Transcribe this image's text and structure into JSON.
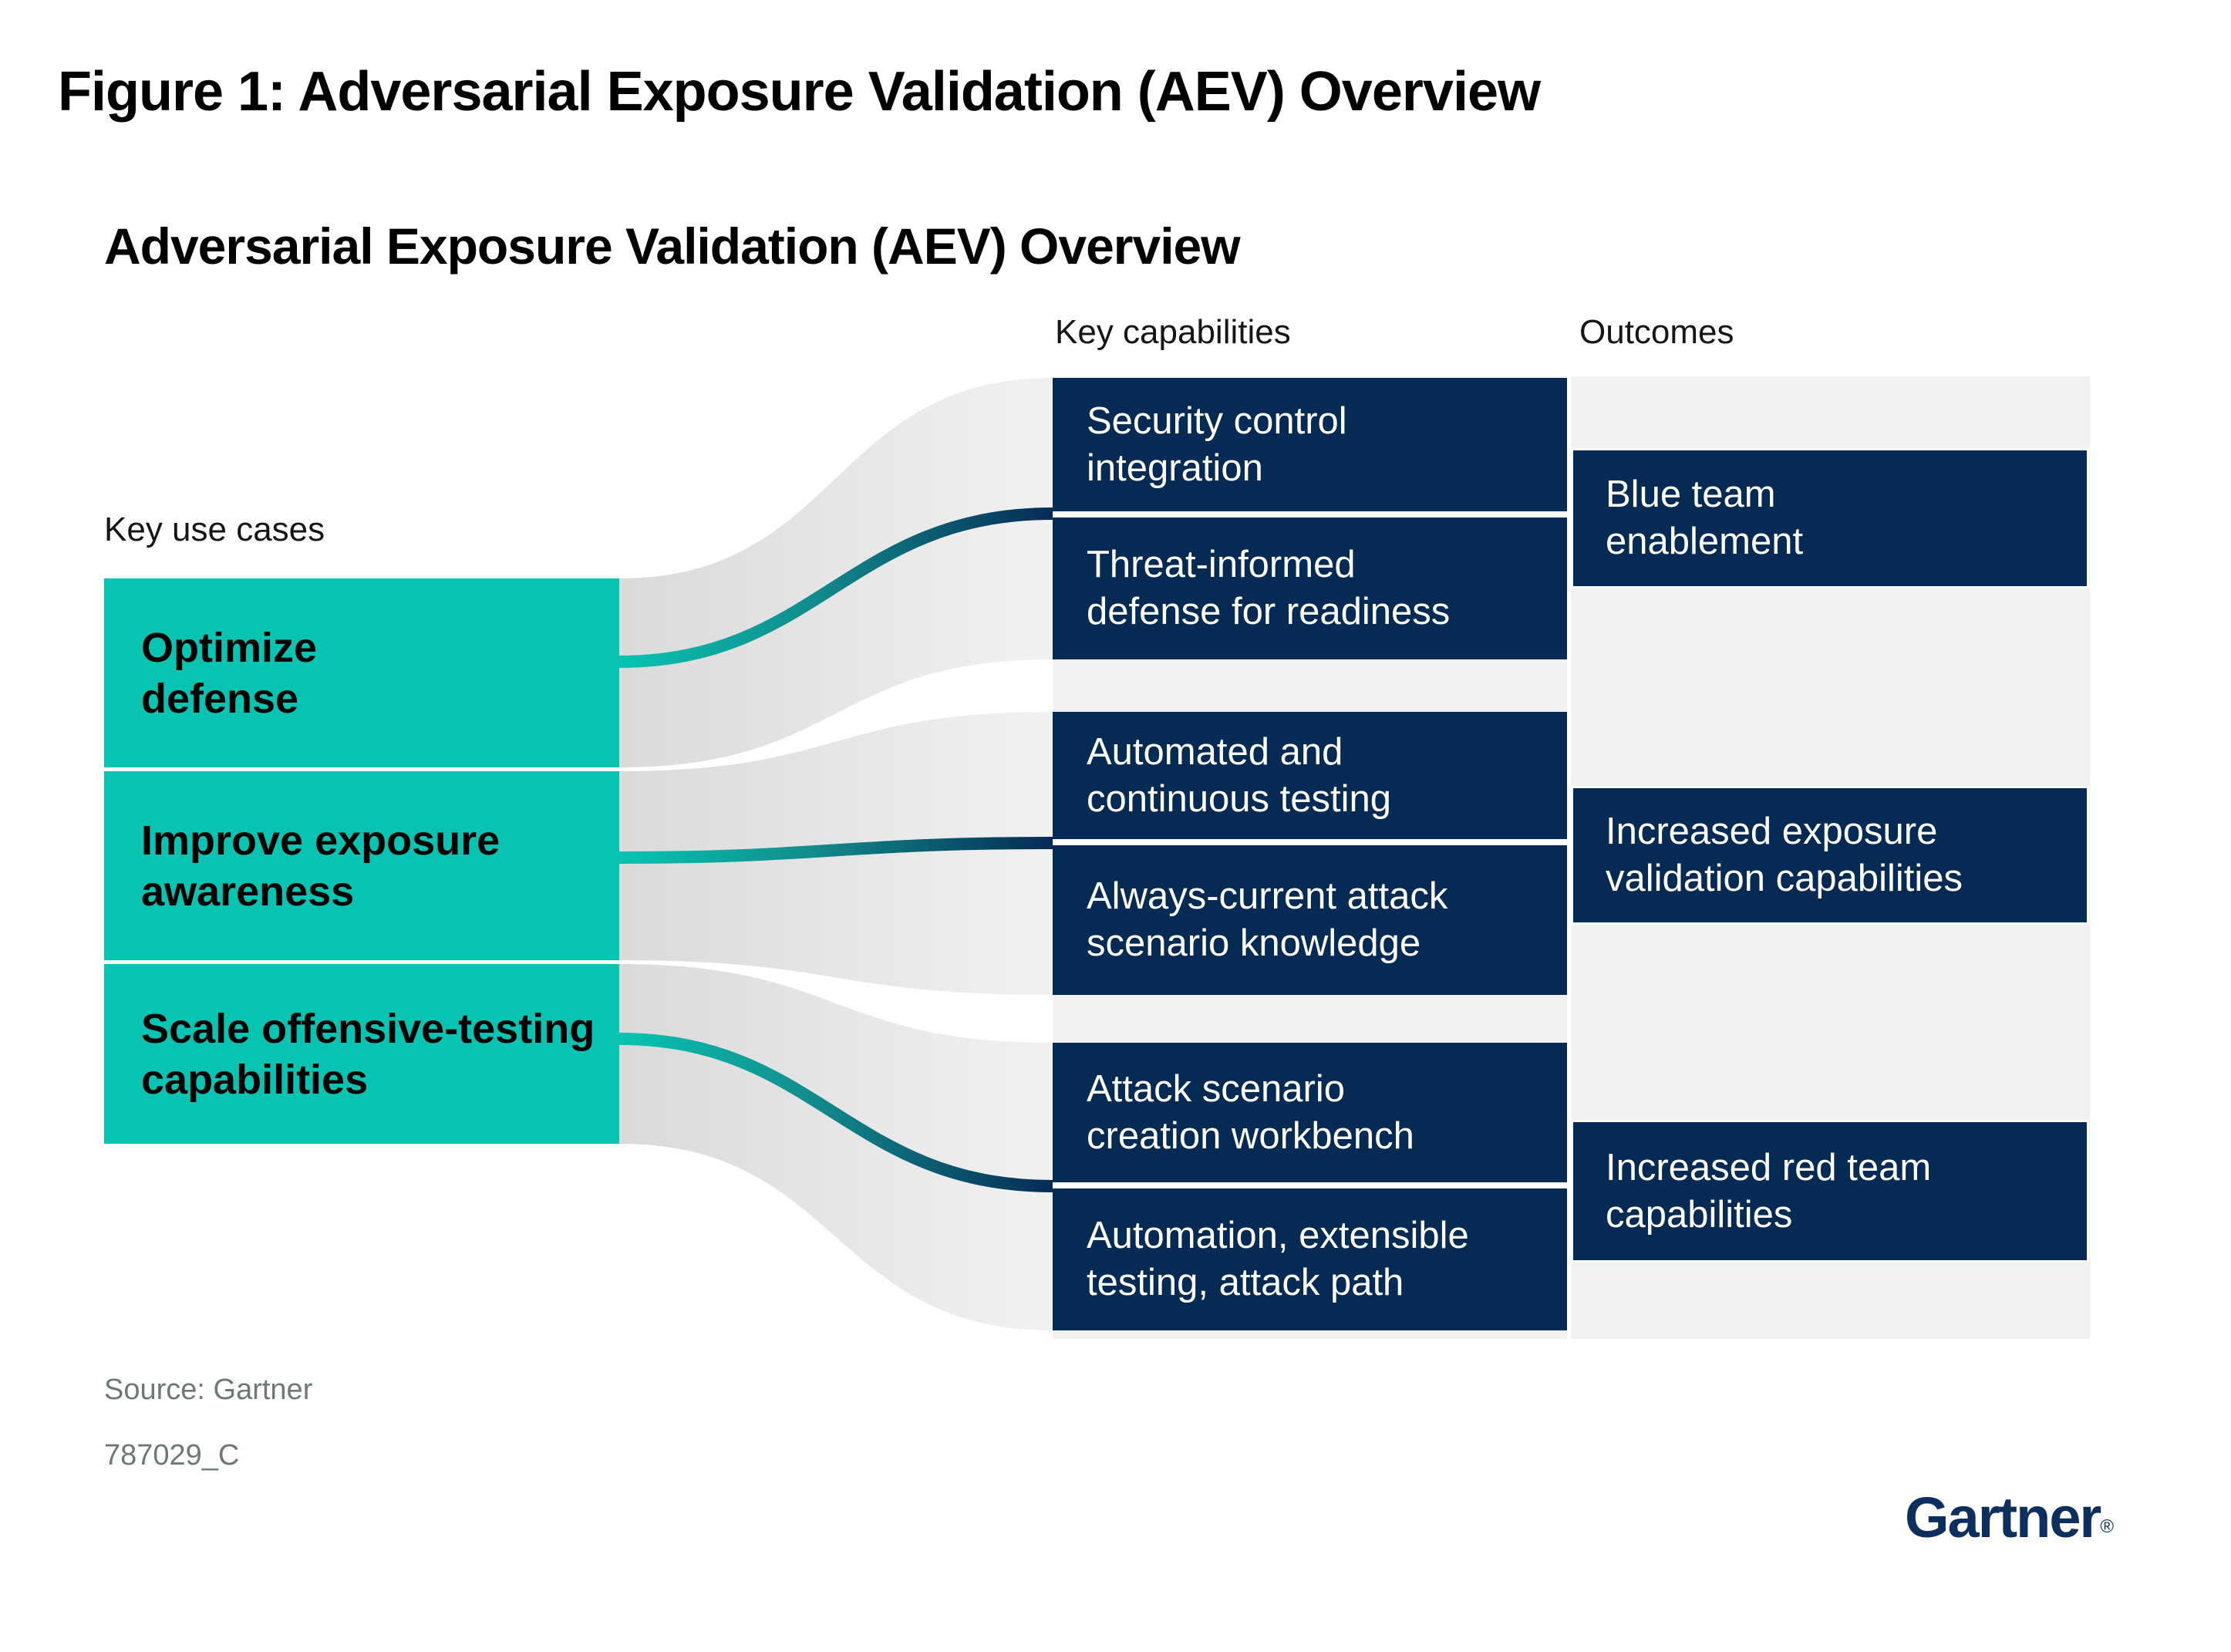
{
  "figure": {
    "title": "Figure 1: Adversarial Exposure Validation (AEV) Overview"
  },
  "diagram": {
    "title": "Adversarial Exposure Validation (AEV) Overview",
    "column_labels": {
      "use_cases": "Key use cases",
      "capabilities": "Key capabilities",
      "outcomes": "Outcomes"
    },
    "use_cases": [
      {
        "line1": "Optimize",
        "line2": "defense"
      },
      {
        "line1": "Improve exposure",
        "line2": "awareness"
      },
      {
        "line1": "Scale offensive-testing",
        "line2": "capabilities"
      }
    ],
    "capabilities": [
      {
        "line1": "Security control",
        "line2": "integration"
      },
      {
        "line1": "Threat-informed",
        "line2": "defense for readiness"
      },
      {
        "line1": "Automated and",
        "line2": "continuous testing"
      },
      {
        "line1": "Always-current attack",
        "line2": "scenario knowledge"
      },
      {
        "line1": "Attack scenario",
        "line2": "creation workbench"
      },
      {
        "line1": "Automation, extensible",
        "line2": "testing, attack path"
      }
    ],
    "outcomes": [
      {
        "line1": "Blue team",
        "line2": "enablement"
      },
      {
        "line1": "Increased exposure",
        "line2": "validation capabilities"
      },
      {
        "line1": "Increased red team",
        "line2": "capabilities"
      }
    ]
  },
  "footer": {
    "source": "Source: Gartner",
    "document_code": "787029_C",
    "logo_text": "Gartner",
    "registered_mark": "®"
  },
  "colors": {
    "teal": "#07C4B2",
    "navy": "#052B55",
    "panel_gray": "#F2F2F3",
    "ribbon_gray_dark": "#D8D8D8",
    "ribbon_gray_light": "#F1F1F2",
    "source_text": "#6E7876",
    "logo_navy": "#0C2F5E"
  }
}
